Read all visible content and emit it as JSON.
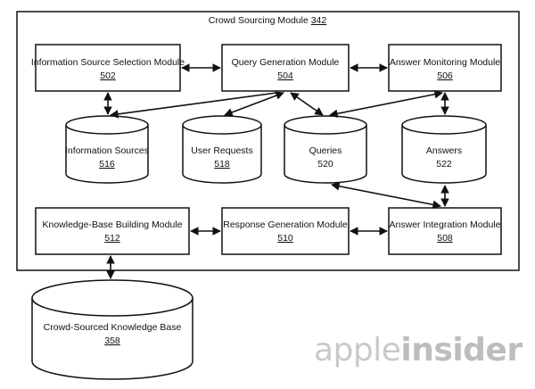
{
  "module": {
    "title": "Crowd Sourcing Module",
    "ref": "342"
  },
  "boxes": {
    "info_source_selection": {
      "label": "Information Source Selection Module",
      "ref": "502"
    },
    "query_generation": {
      "label": "Query Generation Module",
      "ref": "504"
    },
    "answer_monitoring": {
      "label": "Answer Monitoring Module",
      "ref": "506"
    },
    "kb_building": {
      "label": "Knowledge-Base Building Module",
      "ref": "512"
    },
    "response_generation": {
      "label": "Response Generation Module",
      "ref": "510"
    },
    "answer_integration": {
      "label": "Answer Integration Module",
      "ref": "508"
    }
  },
  "stores": {
    "information_sources": {
      "label": "Information Sources",
      "ref": "516"
    },
    "user_requests": {
      "label": "User Requests",
      "ref": "518"
    },
    "queries": {
      "label": "Queries",
      "ref": "520"
    },
    "answers": {
      "label": "Answers",
      "ref": "522"
    },
    "crowd_kb": {
      "label": "Crowd-Sourced Knowledge Base",
      "ref": "358"
    }
  },
  "watermark": {
    "prefix": "apple",
    "suffix": "insider"
  }
}
